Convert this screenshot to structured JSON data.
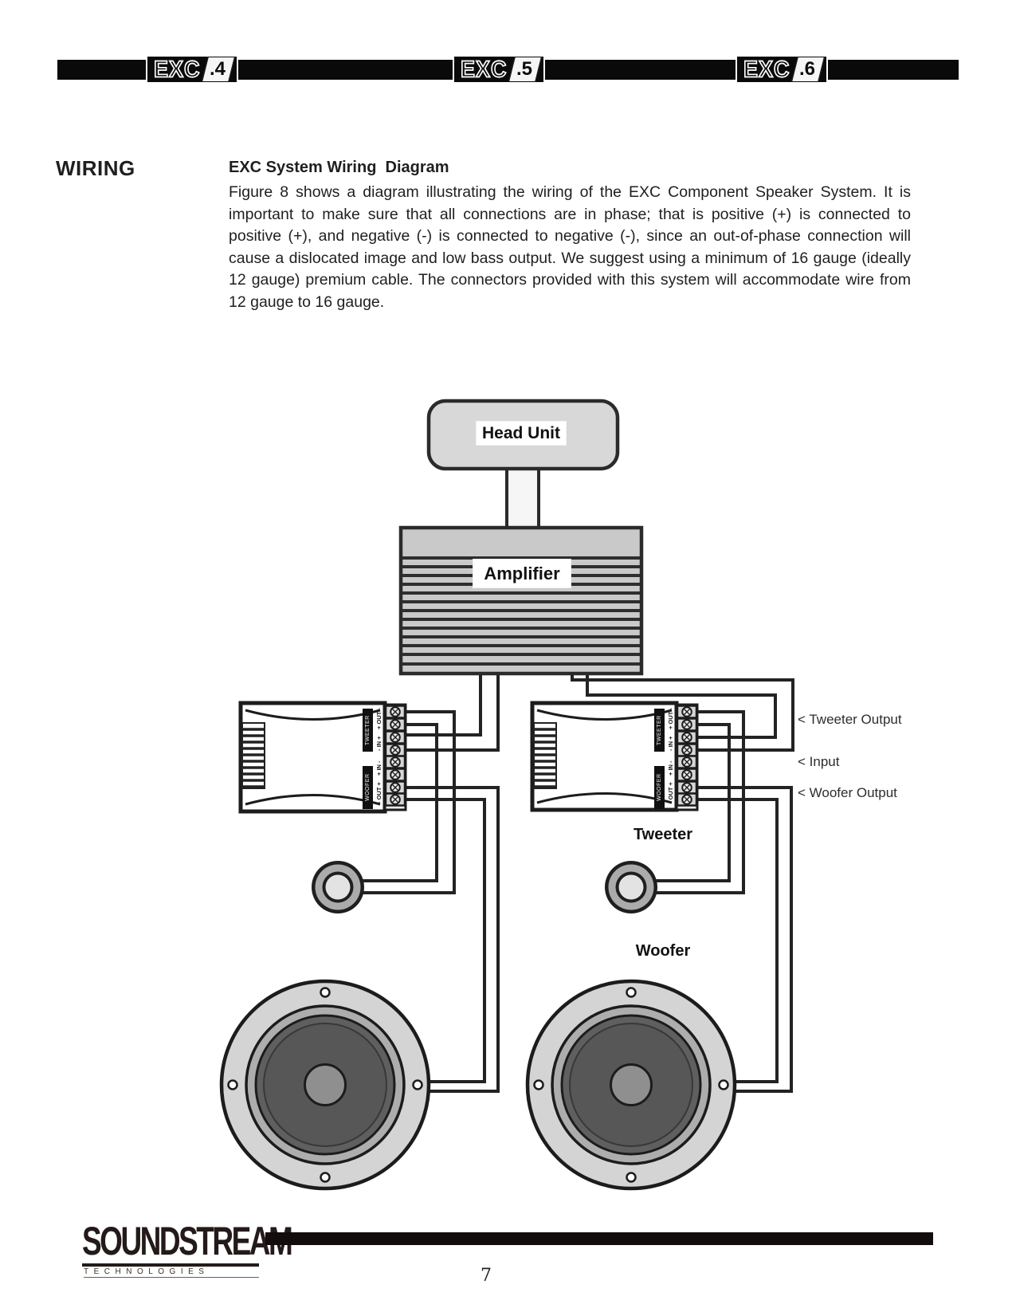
{
  "header": {
    "logos": [
      {
        "name": "EXC",
        "variant": ".4"
      },
      {
        "name": "EXC",
        "variant": ".5"
      },
      {
        "name": "EXC",
        "variant": ".6"
      }
    ]
  },
  "section": {
    "heading": "WIRING",
    "title": "EXC System Wiring  Diagram",
    "body": "Figure 8 shows a diagram illustrating the wiring of the EXC Component Speaker System. It is important to make sure that all connections are in phase; that is positive (+) is connected to positive (+), and negative (-) is connected to negative (-), since an out-of-phase connection will cause a dislocated image and low bass output. We suggest using a minimum of 16 gauge (ideally 12 gauge) premium cable. The connectors provided with this system will accommodate wire from 12 gauge to 16 gauge."
  },
  "diagram": {
    "head_unit_label": "Head Unit",
    "amplifier_label": "Amplifier",
    "tweeter_label": "Tweeter",
    "woofer_label": "Woofer",
    "annotations": {
      "tweeter_output": "< Tweeter Output",
      "input": "< Input",
      "woofer_output": "< Woofer Output"
    },
    "crossover": {
      "tweeter_bar": "TWEETER",
      "woofer_bar": "WOOFER",
      "tweeter_out": "+ OUT -",
      "tweeter_in": "- IN +",
      "woofer_in": "+ IN -",
      "woofer_out": "- OUT +"
    }
  },
  "footer": {
    "brand": "SOUNDSTREAM",
    "brand_sub": "TECHNOLOGIES",
    "page_number": "7"
  },
  "colors": {
    "ink": "#1f1f1f",
    "wire": "#232323",
    "head_unit_fill": "#d8d8d8",
    "amp_fill": "#c9c9c9",
    "speaker_rim": "#d4d4d4",
    "speaker_cone": "#5f5f5f"
  }
}
